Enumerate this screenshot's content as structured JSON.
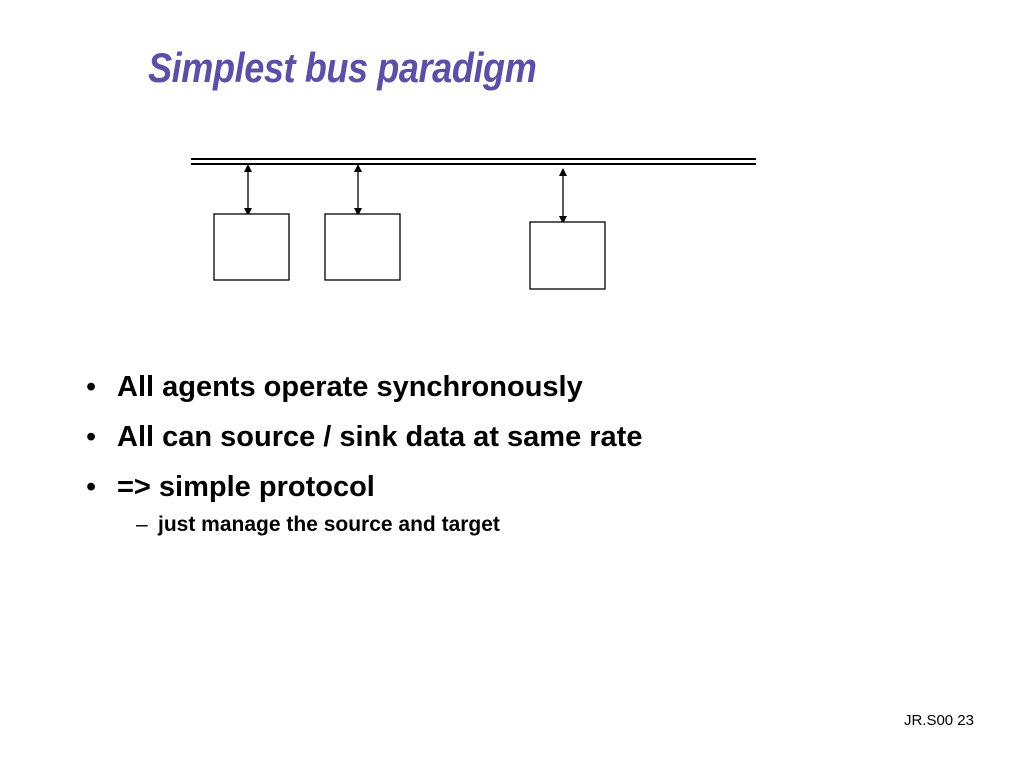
{
  "slide": {
    "title": "Simplest bus paradigm",
    "bullets": [
      {
        "marker": "•",
        "text": "All agents operate synchronously"
      },
      {
        "marker": "•",
        "text": "All can source / sink data at same rate"
      },
      {
        "marker": "•",
        "text": "=> simple protocol"
      }
    ],
    "sub_bullet": {
      "marker": "–",
      "text": "just manage the source and target"
    },
    "footer": "JR.S00 23"
  },
  "diagram": {
    "agents": 3,
    "connection": "bidirectional"
  },
  "colors": {
    "title": "#5b4fa6",
    "text": "#000000",
    "background": "#ffffff"
  }
}
